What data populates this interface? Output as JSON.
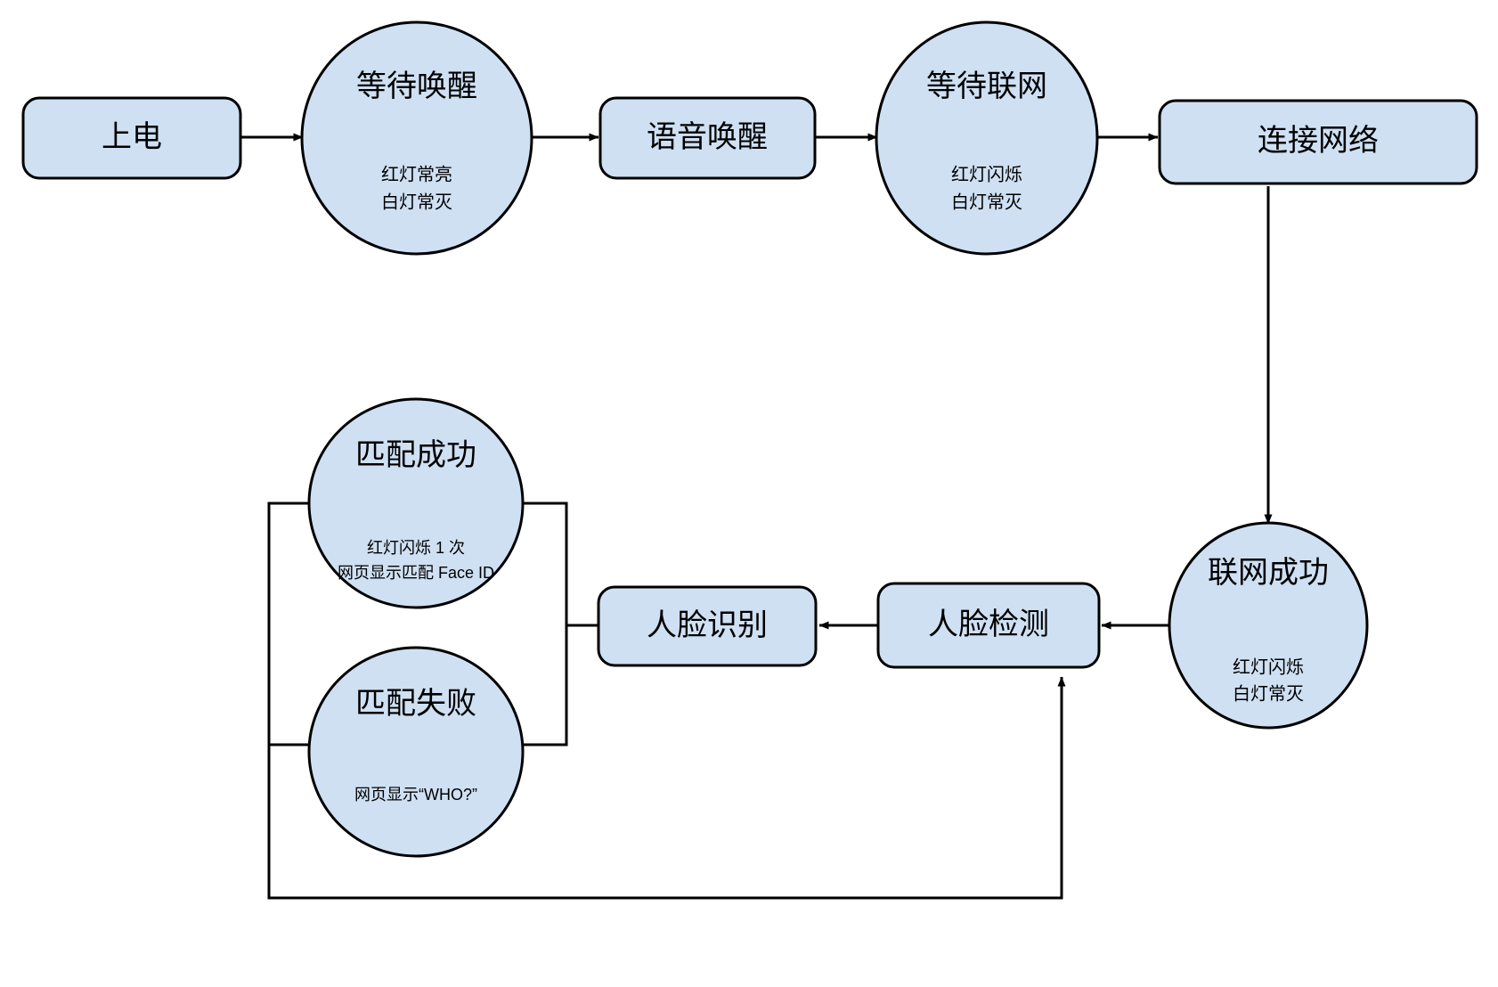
{
  "diagram": {
    "type": "flowchart",
    "background_color": "#ffffff",
    "shape_fill_color": "#cfe0f3",
    "shape_stroke_color": "#000000",
    "nodes": [
      {
        "id": "power-on",
        "shape": "rounded-rect",
        "title": "上电",
        "sub": []
      },
      {
        "id": "wait-wakeup",
        "shape": "ellipse",
        "title": "等待唤醒",
        "sub": [
          "红灯常亮",
          "白灯常灭"
        ]
      },
      {
        "id": "voice-wakeup",
        "shape": "rounded-rect",
        "title": "语音唤醒",
        "sub": []
      },
      {
        "id": "wait-network",
        "shape": "ellipse",
        "title": "等待联网",
        "sub": [
          "红灯闪烁",
          "白灯常灭"
        ]
      },
      {
        "id": "connect-network",
        "shape": "rounded-rect",
        "title": "连接网络",
        "sub": []
      },
      {
        "id": "network-success",
        "shape": "ellipse",
        "title": "联网成功",
        "sub": [
          "红灯闪烁",
          "白灯常灭"
        ]
      },
      {
        "id": "face-detection",
        "shape": "rounded-rect",
        "title": "人脸检测",
        "sub": []
      },
      {
        "id": "face-recognition",
        "shape": "rounded-rect",
        "title": "人脸识别",
        "sub": []
      },
      {
        "id": "match-success",
        "shape": "ellipse",
        "title": "匹配成功",
        "sub": [
          "红灯闪烁 1 次",
          "网页显示匹配 Face ID"
        ]
      },
      {
        "id": "match-failure",
        "shape": "ellipse",
        "title": "匹配失败",
        "sub": [
          "网页显示“WHO?”"
        ]
      }
    ],
    "edges": [
      {
        "from": "power-on",
        "to": "wait-wakeup",
        "arrow": true
      },
      {
        "from": "wait-wakeup",
        "to": "voice-wakeup",
        "arrow": true
      },
      {
        "from": "voice-wakeup",
        "to": "wait-network",
        "arrow": true
      },
      {
        "from": "wait-network",
        "to": "connect-network",
        "arrow": true
      },
      {
        "from": "connect-network",
        "to": "network-success",
        "arrow": true
      },
      {
        "from": "network-success",
        "to": "face-detection",
        "arrow": true
      },
      {
        "from": "face-detection",
        "to": "face-recognition",
        "arrow": true
      },
      {
        "from": "face-recognition",
        "to": "match-success",
        "arrow": false
      },
      {
        "from": "face-recognition",
        "to": "match-failure",
        "arrow": false
      },
      {
        "from": "match-failure",
        "to": "face-detection",
        "arrow": true
      }
    ]
  }
}
